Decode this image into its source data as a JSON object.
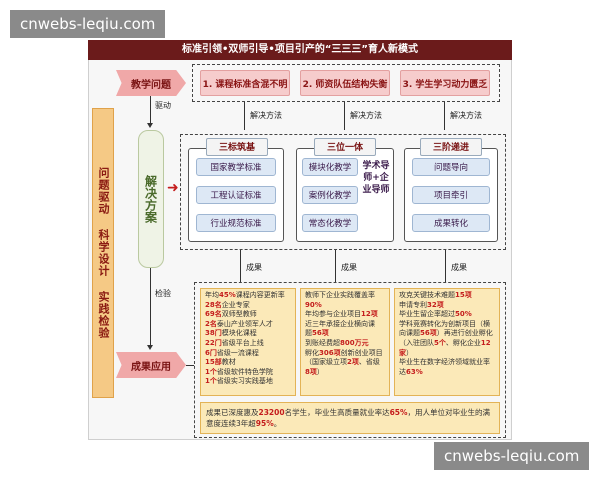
{
  "watermark_top": "cnwebs-leqiu.com",
  "watermark_bottom": "cnwebs-leqiu.com",
  "title": "标准引领•双师引导•项目引产的“三三三”育人新模式",
  "side_label": "问题驱动  科学设计  实践检验",
  "teaching_problem": "教学问题",
  "driver_label": "驱动",
  "solution_label": "解决方案",
  "check_label": "检验",
  "outcome_label": "成果应用",
  "problems": [
    {
      "text": "1. 课程标准含混不明"
    },
    {
      "text": "2. 师资队伍结构失衡"
    },
    {
      "text": "3. 学生学习动力匮乏"
    }
  ],
  "solve_method": "解决方法",
  "columns": [
    {
      "title": "三标筑基",
      "items": [
        "国家教学标准",
        "工程认证标准",
        "行业规范标准"
      ]
    },
    {
      "title": "三位一体",
      "items": [
        "模块化教学",
        "案例化教学",
        "常态化教学"
      ],
      "side": "学术导师+企业导师"
    },
    {
      "title": "三阶递进",
      "items": [
        "问题导向",
        "项目牵引",
        "成果转化"
      ]
    }
  ],
  "result_label": "成果",
  "results": {
    "col1": [
      [
        {
          "t": "年均"
        },
        {
          "t": "45%",
          "r": true
        },
        {
          "t": "课程内容更新率"
        }
      ],
      [
        {
          "t": "28名",
          "r": true
        },
        {
          "t": "企业专家"
        }
      ],
      [
        {
          "t": "69名",
          "r": true
        },
        {
          "t": "双师型教师"
        }
      ],
      [
        {
          "t": "2名",
          "r": true
        },
        {
          "t": "泰山产业领军人才"
        }
      ],
      [
        {
          "t": "38门",
          "r": true
        },
        {
          "t": "模块化课程"
        }
      ],
      [
        {
          "t": "22门",
          "r": true
        },
        {
          "t": "省级平台上线"
        }
      ],
      [
        {
          "t": "6门",
          "r": true
        },
        {
          "t": "省级一流课程"
        }
      ],
      [
        {
          "t": "15部",
          "r": true
        },
        {
          "t": "教材"
        }
      ],
      [
        {
          "t": "1个",
          "r": true
        },
        {
          "t": "省级软件特色学院"
        }
      ],
      [
        {
          "t": "1个",
          "r": true
        },
        {
          "t": "省级实习实践基地"
        }
      ]
    ],
    "col2": [
      [
        {
          "t": "教师下企业实践覆盖率"
        }
      ],
      [
        {
          "t": "90%",
          "r": true
        }
      ],
      [
        {
          "t": "年均参与企业项目"
        },
        {
          "t": "12项",
          "r": true
        }
      ],
      [
        {
          "t": "近三年承接企业横向课"
        }
      ],
      [
        {
          "t": "题"
        },
        {
          "t": "56项",
          "r": true
        }
      ],
      [
        {
          "t": "到账经费超"
        },
        {
          "t": "800万元",
          "r": true
        }
      ],
      [
        {
          "t": "孵化"
        },
        {
          "t": "306项",
          "r": true
        },
        {
          "t": "创新创业项目"
        }
      ],
      [
        {
          "t": "（国家级立项"
        },
        {
          "t": "2项",
          "r": true
        },
        {
          "t": "、省级"
        }
      ],
      [
        {
          "t": "8项",
          "r": true
        },
        {
          "t": "）"
        }
      ]
    ],
    "col3": [
      [
        {
          "t": "攻克关键技术难题"
        },
        {
          "t": "15项",
          "r": true
        }
      ],
      [
        {
          "t": "申请专利"
        },
        {
          "t": "32项",
          "r": true
        }
      ],
      [
        {
          "t": "毕业生留企率超过"
        },
        {
          "t": "50%",
          "r": true
        }
      ],
      [
        {
          "t": "学科竞赛转化为创新项目（横"
        }
      ],
      [
        {
          "t": "向课题"
        },
        {
          "t": "56项",
          "r": true
        },
        {
          "t": "）再进行创业孵化"
        }
      ],
      [
        {
          "t": "（入驻团队"
        },
        {
          "t": "5个",
          "r": true
        },
        {
          "t": "、孵化企业"
        },
        {
          "t": "12",
          "r": true
        }
      ],
      [
        {
          "t": "家",
          "r": true
        },
        {
          "t": "）"
        }
      ],
      [
        {
          "t": "毕业生在数字经济领域就业率"
        }
      ],
      [
        {
          "t": "达"
        },
        {
          "t": "63%",
          "r": true
        }
      ]
    ],
    "bottom": [
      [
        {
          "t": "成果已深度惠及"
        },
        {
          "t": "23200",
          "r": true
        },
        {
          "t": "名学生，毕业生高质量就业率达"
        },
        {
          "t": "65%",
          "r": true
        },
        {
          "t": "，用人单位对毕业生的满"
        }
      ],
      [
        {
          "t": "意度连续3年超"
        },
        {
          "t": "95%",
          "r": true
        },
        {
          "t": "。"
        }
      ]
    ]
  }
}
